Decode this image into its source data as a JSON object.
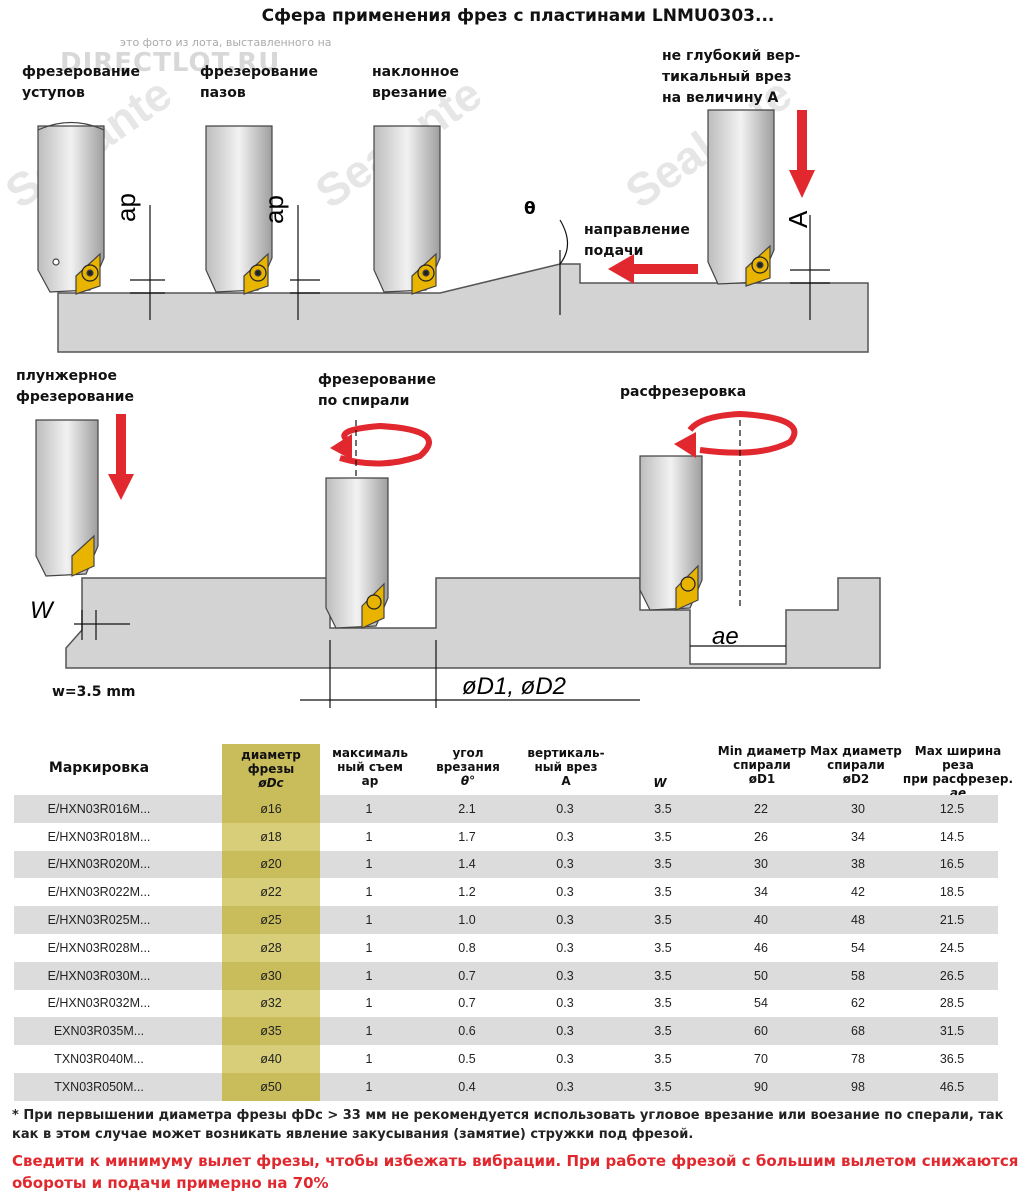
{
  "title": "Сфера применения фрез с пластинами LNMU0303...",
  "watermark": {
    "line": "это фото из лота, выставленного на",
    "logo": "DIRECTLOT.RU",
    "brand": "Sealante"
  },
  "labels": {
    "shoulder": [
      "фрезерование",
      "уступов"
    ],
    "slot": [
      "фрезерование",
      "пазов"
    ],
    "ramp": [
      "наклонное",
      "врезание"
    ],
    "vertical": [
      "не глубокий вер-",
      "тикальный врез",
      "на величину А"
    ],
    "feed": [
      "направление",
      "подачи"
    ],
    "plunge": [
      "плунжерное",
      "фрезерование"
    ],
    "helix": [
      "фрезерование",
      "по спирали"
    ],
    "bore": [
      "расфрезеровка"
    ],
    "theta": "θ",
    "ap": "ap",
    "A": "A",
    "W": "W",
    "ae": "ae",
    "diam": "øD1, øD2",
    "w_value": "w=3.5 mm"
  },
  "table": {
    "headers": {
      "mark": "Маркировка",
      "dc": [
        "диаметр",
        "фрезы",
        "øDc"
      ],
      "ap": [
        "максималь",
        "ный съем",
        "ap"
      ],
      "theta": [
        "угол",
        "врезания",
        "θ°"
      ],
      "a": [
        "вертикаль-",
        "ный врез",
        "A"
      ],
      "w": "W",
      "d1": [
        "Min диаметр",
        "спирали",
        "øD1"
      ],
      "d2": [
        "Max диаметр",
        "спирали",
        "øD2"
      ],
      "ae": [
        "Max ширина реза",
        "при расфрезер.",
        "ae"
      ]
    },
    "rows": [
      [
        "E/HXN03R016M...",
        "ø16",
        "1",
        "2.1",
        "0.3",
        "3.5",
        "22",
        "30",
        "12.5"
      ],
      [
        "E/HXN03R018M...",
        "ø18",
        "1",
        "1.7",
        "0.3",
        "3.5",
        "26",
        "34",
        "14.5"
      ],
      [
        "E/HXN03R020M...",
        "ø20",
        "1",
        "1.4",
        "0.3",
        "3.5",
        "30",
        "38",
        "16.5"
      ],
      [
        "E/HXN03R022M...",
        "ø22",
        "1",
        "1.2",
        "0.3",
        "3.5",
        "34",
        "42",
        "18.5"
      ],
      [
        "E/HXN03R025M...",
        "ø25",
        "1",
        "1.0",
        "0.3",
        "3.5",
        "40",
        "48",
        "21.5"
      ],
      [
        "E/HXN03R028M...",
        "ø28",
        "1",
        "0.8",
        "0.3",
        "3.5",
        "46",
        "54",
        "24.5"
      ],
      [
        "E/HXN03R030M...",
        "ø30",
        "1",
        "0.7",
        "0.3",
        "3.5",
        "50",
        "58",
        "26.5"
      ],
      [
        "E/HXN03R032M...",
        "ø32",
        "1",
        "0.7",
        "0.3",
        "3.5",
        "54",
        "62",
        "28.5"
      ],
      [
        "EXN03R035M...",
        "ø35",
        "1",
        "0.6",
        "0.3",
        "3.5",
        "60",
        "68",
        "31.5"
      ],
      [
        "TXN03R040M...",
        "ø40",
        "1",
        "0.5",
        "0.3",
        "3.5",
        "70",
        "78",
        "36.5"
      ],
      [
        "TXN03R050M...",
        "ø50",
        "1",
        "0.4",
        "0.3",
        "3.5",
        "90",
        "98",
        "46.5"
      ]
    ]
  },
  "note": "* При первышении диаметра фрезы фDc > 33 мм не рекомендуется использовать угловое врезание или воезание по сперали, так как в этом случае может возникать явление закусывания (замятие) стружки под фрезой.",
  "warning": "Сведити к минимуму вылет фрезы, чтобы избежать вибрации. При работе фрезой с большим вылетом снижаются обороты и подачи примерно на 70%",
  "colors": {
    "insert": "#e8b400",
    "arrow": "#e0282e",
    "workpiece": "#d3d3d3",
    "tool": "#d9d9d9",
    "highlight": "#c9bc5a"
  }
}
